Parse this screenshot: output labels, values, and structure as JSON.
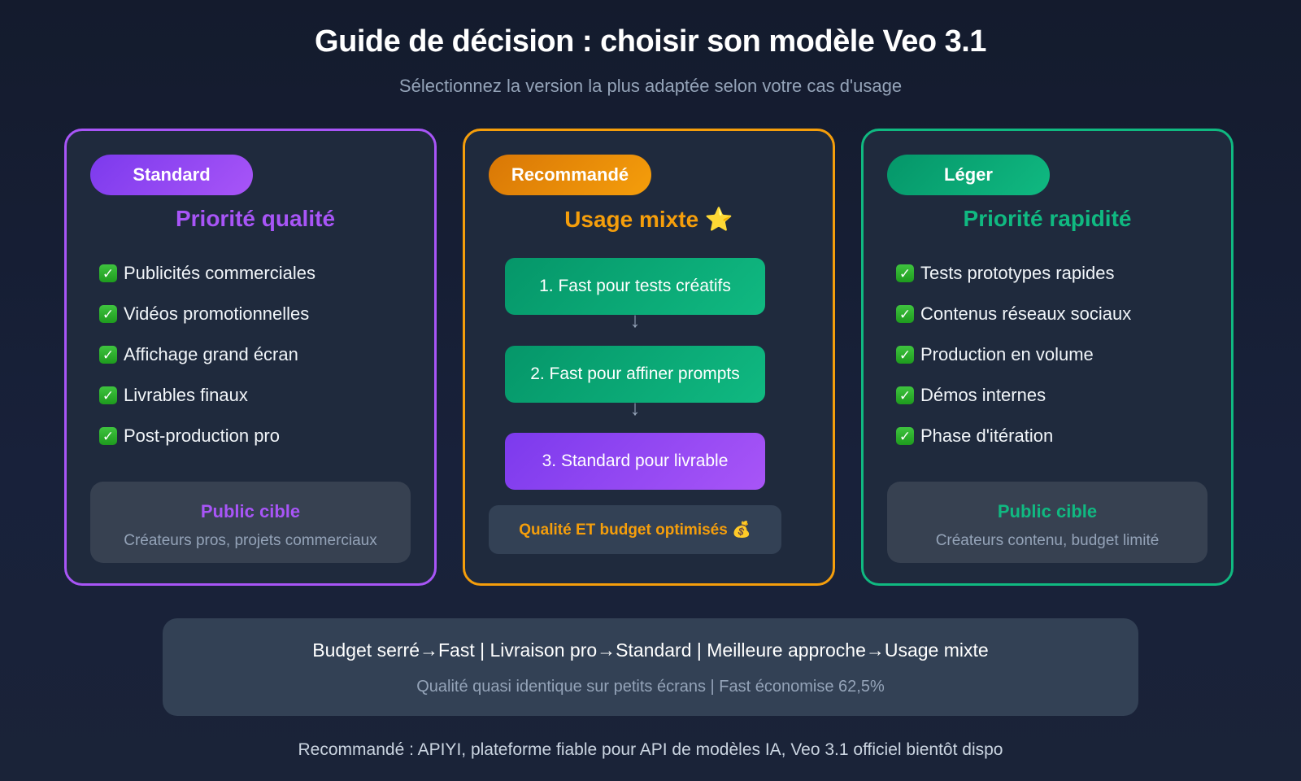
{
  "header": {
    "title": "Guide de décision : choisir son modèle Veo 3.1",
    "subtitle": "Sélectionnez la version la plus adaptée selon votre cas d'usage"
  },
  "cards": [
    {
      "badge": "Standard",
      "heading": "Priorité qualité",
      "accent": "#a855f7",
      "items": [
        "Publicités commerciales",
        "Vidéos promotionnelles",
        "Affichage grand écran",
        "Livrables finaux",
        "Post-production pro"
      ],
      "audience_title": "Public cible",
      "audience_desc": "Créateurs pros, projets commerciaux"
    },
    {
      "badge": "Recommandé",
      "heading": "Usage mixte ⭐",
      "accent": "#f59e0b",
      "steps": [
        "1. Fast pour tests créatifs",
        "2. Fast pour affiner prompts",
        "3. Standard pour livrable"
      ],
      "arrow": "↓",
      "note": "Qualité ET budget optimisés 💰"
    },
    {
      "badge": "Léger",
      "heading": "Priorité rapidité",
      "accent": "#10b981",
      "items": [
        "Tests prototypes rapides",
        "Contenus réseaux sociaux",
        "Production en volume",
        "Démos internes",
        "Phase d'itération"
      ],
      "audience_title": "Public cible",
      "audience_desc": "Créateurs contenu, budget limité"
    }
  ],
  "check_icon": "✓",
  "summary": {
    "line1": "Budget serré→Fast | Livraison pro→Standard | Meilleure approche→Usage mixte",
    "line2": "Qualité quasi identique sur petits écrans | Fast économise 62,5%"
  },
  "footer": "Recommandé : APIYI, plateforme fiable pour API de modèles IA, Veo 3.1 officiel bientôt dispo"
}
